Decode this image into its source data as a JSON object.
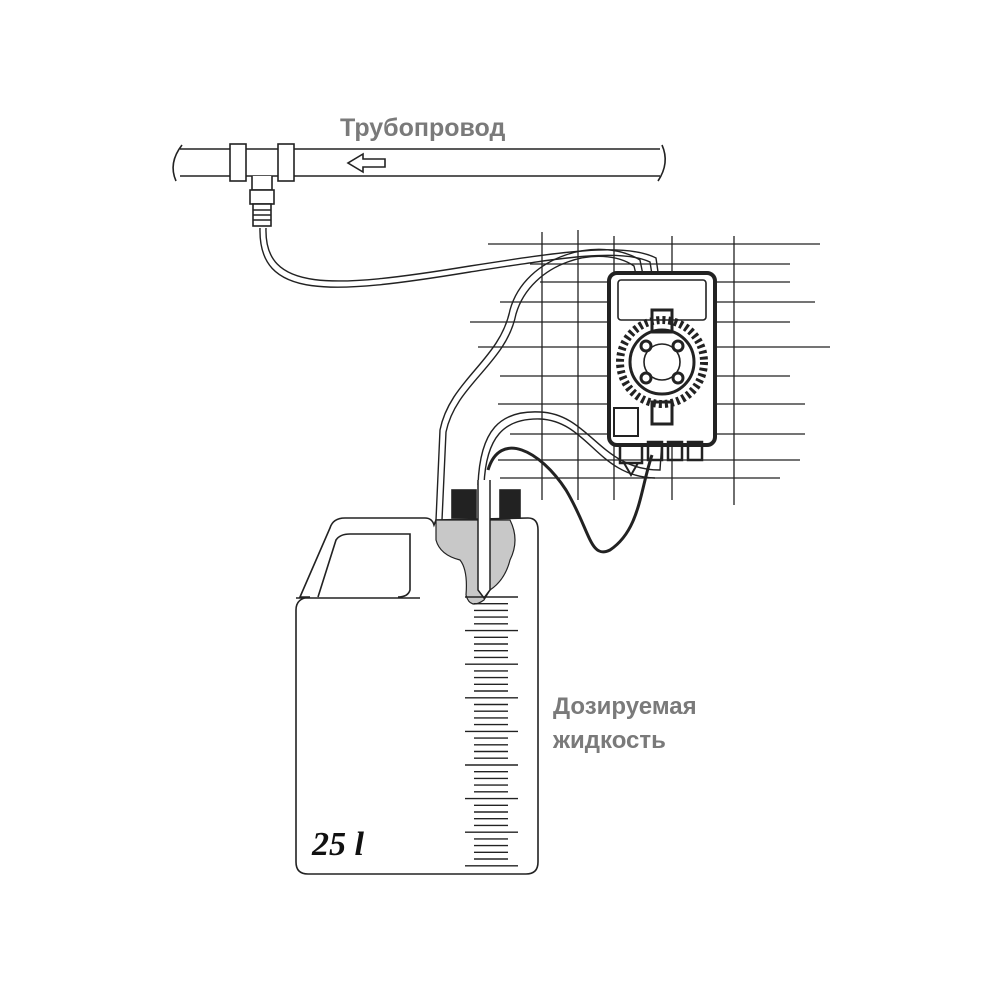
{
  "labels": {
    "pipeline": "Трубопровод",
    "liquid_line1": "Дозируемая",
    "liquid_line2": "жидкость",
    "canister_volume": "25 l"
  },
  "colors": {
    "line": "#222222",
    "label_gray": "#7a7a7a",
    "liquid_fill": "#c8c8c8"
  }
}
